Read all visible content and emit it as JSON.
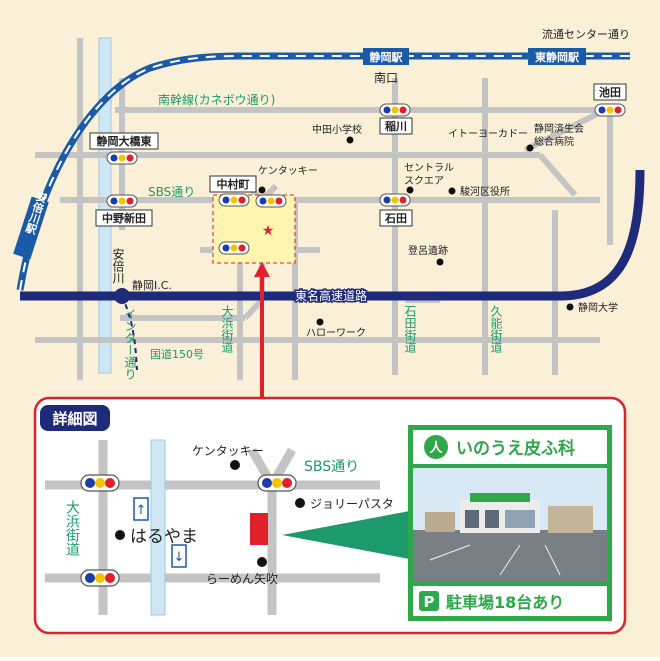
{
  "map": {
    "stations": {
      "shizuoka": "静岡駅",
      "higashi_shizuoka": "東静岡駅",
      "abekawa": "安倍川駅"
    },
    "minamiguchi": "南口",
    "ryutsu_center": "流通センター通り",
    "nankan_line": "南幹線(カネボウ通り)",
    "sbs_road": "SBS通り",
    "abe_river": "安倍川",
    "shizuoka_ic": "静岡I.C.",
    "tomei": "東名高速道路",
    "interchange_road": "インター通り",
    "route150": "国道150号",
    "ohama": "大浜街道",
    "ishida_road": "石田街道",
    "kunou": "久能街道",
    "intersections": {
      "shizuoka_ohashi_higashi": "静岡大橋東",
      "nakano_shinden": "中野新田",
      "nakamuracho": "中村町",
      "inagawa": "稲川",
      "ishida": "石田",
      "ikeda": "池田"
    },
    "landmarks": {
      "nakada_school": "中田小学校",
      "itoyokado": "イトーヨーカドー",
      "saiseikai": "静岡済生会\n総合病院",
      "kfc": "ケンタッキー",
      "central_square": "セントラル\nスクエア",
      "suruga_office": "駿河区役所",
      "toro": "登呂遺跡",
      "hellowork": "ハローワーク",
      "univ": "静岡大学"
    }
  },
  "detail": {
    "title": "詳細図",
    "kfc": "ケンタッキー",
    "sbs_road": "SBS通り",
    "jolly": "ジョリーパスタ",
    "haruyama": "はるやま",
    "ramen": "らーめん矢吹",
    "ohama": "大浜街道"
  },
  "clinic": {
    "name": "いのうえ皮ふ科",
    "parking_icon": "P",
    "parking": "駐車場18台あり"
  },
  "colors": {
    "background": "#faf0d8",
    "rail": "#1a5aa8",
    "highway": "#1e2a7a",
    "road": "#c4c4c4",
    "river": "#cfe6f4",
    "route_label": "#1c9a6c",
    "accent": "#e0202a",
    "clinic_green": "#2ea84a"
  }
}
